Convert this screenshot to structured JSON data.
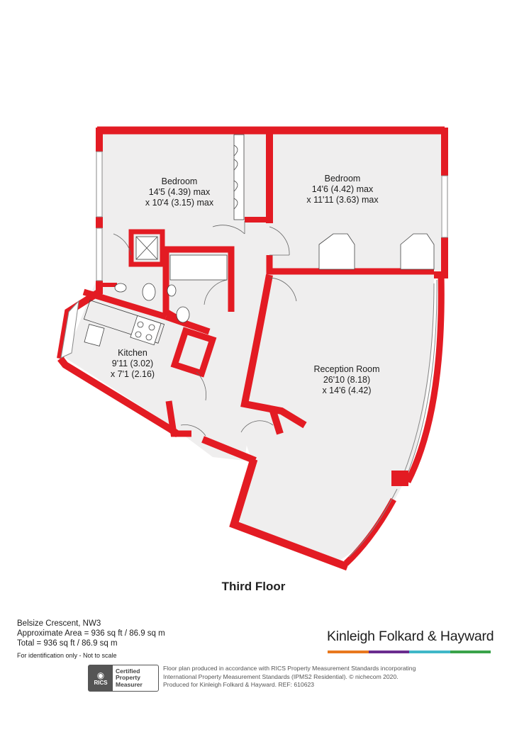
{
  "colors": {
    "wall": "#e31b23",
    "floor": "#efeeee",
    "text": "#222222"
  },
  "rooms": {
    "bedroom1": {
      "name": "Bedroom",
      "line1": "14'5 (4.39) max",
      "line2": "x 10'4 (3.15) max"
    },
    "bedroom2": {
      "name": "Bedroom",
      "line1": "14'6 (4.42) max",
      "line2": "x 11'11 (3.63) max"
    },
    "kitchen": {
      "name": "Kitchen",
      "line1": "9'11 (3.02)",
      "line2": "x 7'1 (2.16)"
    },
    "reception": {
      "name": "Reception Room",
      "line1": "26'10 (8.18)",
      "line2": "x 14'6 (4.42)"
    }
  },
  "floor_title": "Third Floor",
  "property": {
    "address": "Belsize Crescent, NW3",
    "approx_area": "Approximate Area = 936 sq ft / 86.9 sq m",
    "total": "Total = 936 sq ft / 86.9 sq m",
    "note": "For identification only - Not to scale"
  },
  "agent": {
    "name": "Kinleigh Folkard & Hayward",
    "bar_colors": [
      "#e8781e",
      "#6a2c8e",
      "#3fb7c8",
      "#3aa34a"
    ]
  },
  "rics_badge": {
    "mark": "RICS",
    "line1": "Certified",
    "line2": "Property",
    "line3": "Measurer"
  },
  "disclaimer": {
    "line1": "Floor plan produced in accordance with RICS Property Measurement Standards incorporating",
    "line2": "International Property Measurement Standards (IPMS2 Residential). © nichecom 2020.",
    "line3": "Produced for Kinleigh Folkard & Hayward.   REF: 610623"
  }
}
